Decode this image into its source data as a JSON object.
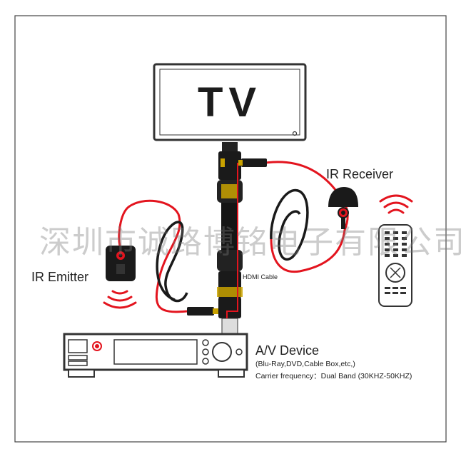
{
  "tv": {
    "label": "TV"
  },
  "av_device": {
    "title": "A/V Device",
    "examples": "(Blu-Ray,DVD,Cable Box,etc,)",
    "carrier": "Carrier frequency：Dual Band (30KHZ-50KHZ)"
  },
  "ir_receiver": {
    "label": "IR Receiver"
  },
  "ir_emitter": {
    "label": "IR Emitter"
  },
  "hdmi": {
    "label": "HDMI Cable"
  },
  "watermark": {
    "text": "深圳市诚路博铭电子有限公司"
  },
  "colors": {
    "cable_red": "#e3141e",
    "cable_black": "#1a1a1a",
    "signal_red": "#e3141e",
    "outline": "#333333"
  }
}
